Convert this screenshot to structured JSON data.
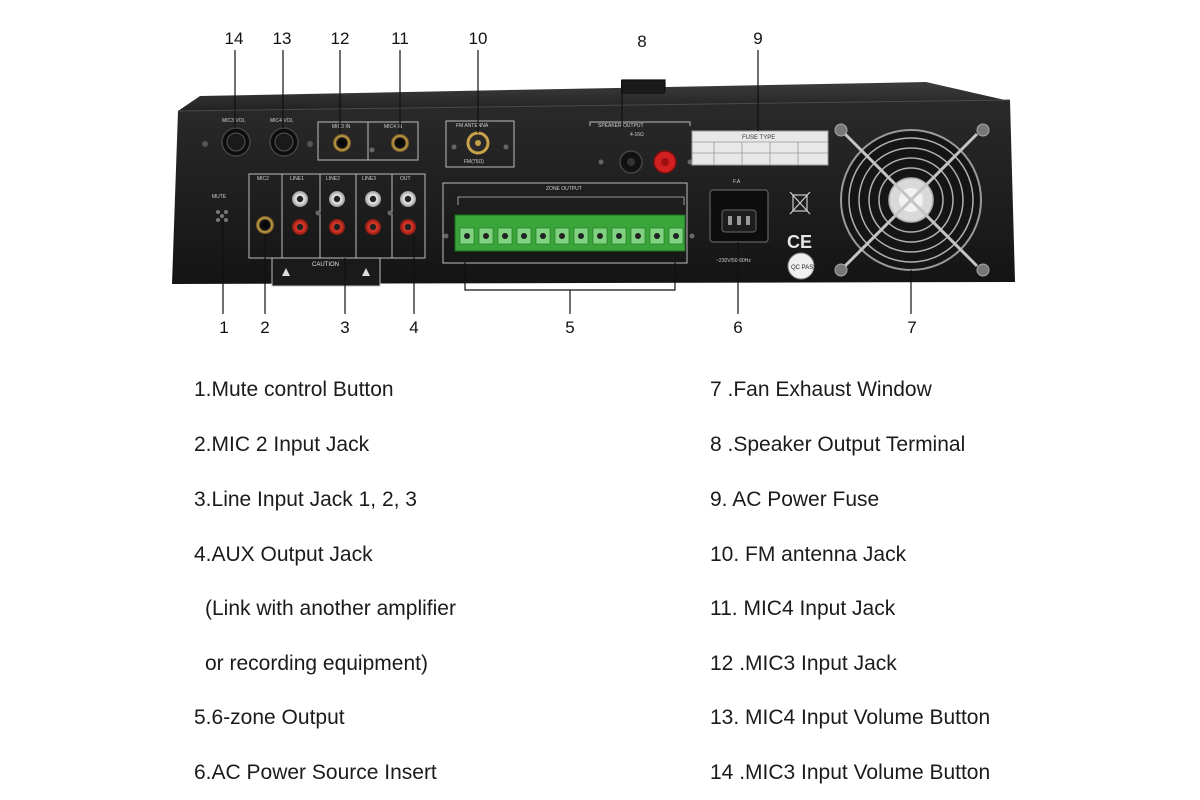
{
  "callouts_top": [
    "14",
    "13",
    "12",
    "11",
    "10",
    "8",
    "9"
  ],
  "callouts_bottom": [
    "1",
    "2",
    "3",
    "4",
    "5",
    "6",
    "7"
  ],
  "panel": {
    "mic_vol_left": "MIC3 VOL",
    "mic_vol_right": "MIC4 VOL",
    "mic3_in": "MIC3 IN",
    "mic4_in": "MIC4 IN",
    "fm_antenna": "FM ANTENNA",
    "fm_sub": "FM(75Ω)",
    "speaker_output": "SPEAKER OUTPUT",
    "speaker_sub": "4-16Ω",
    "fuse_type": "FUSE TYPE",
    "mic2": "MIC2",
    "line1": "LINE1",
    "line2": "LINE2",
    "line3": "LINE3",
    "out": "OUT",
    "mute": "MUTE",
    "zone_output": "ZONE OUTPUT",
    "caution": "CAUTION",
    "fuse_label": "F.A",
    "power_spec": "~230V/50-60Hz",
    "ce_mark": "CE",
    "qc_mark": "QC PASS"
  },
  "legend_left": [
    "1.Mute control Button",
    "2.MIC 2 Input Jack",
    "3.Line Input Jack 1, 2, 3",
    "4.AUX Output Jack",
    "(Link with another amplifier",
    "or recording equipment)",
    "5.6-zone Output",
    "6.AC Power Source Insert"
  ],
  "legend_right": [
    "7 .Fan Exhaust Window",
    "8 .Speaker Output Terminal",
    "9. AC Power Fuse",
    "10. FM antenna Jack",
    "11. MIC4 Input Jack",
    "12 .MIC3 Input Jack",
    "13. MIC4 Input Volume Button",
    "14 .MIC3 Input Volume Button"
  ]
}
